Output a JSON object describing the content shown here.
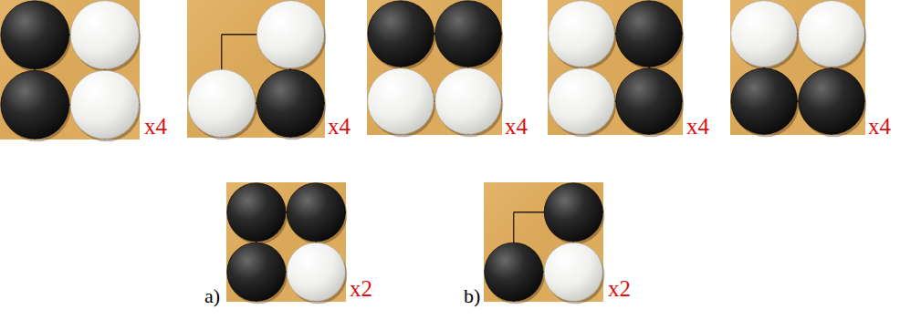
{
  "diagram": {
    "labels": [
      "x4",
      "x4",
      "x4",
      "x4",
      "x4",
      "a)",
      "x2",
      "b)",
      "x2"
    ]
  }
}
